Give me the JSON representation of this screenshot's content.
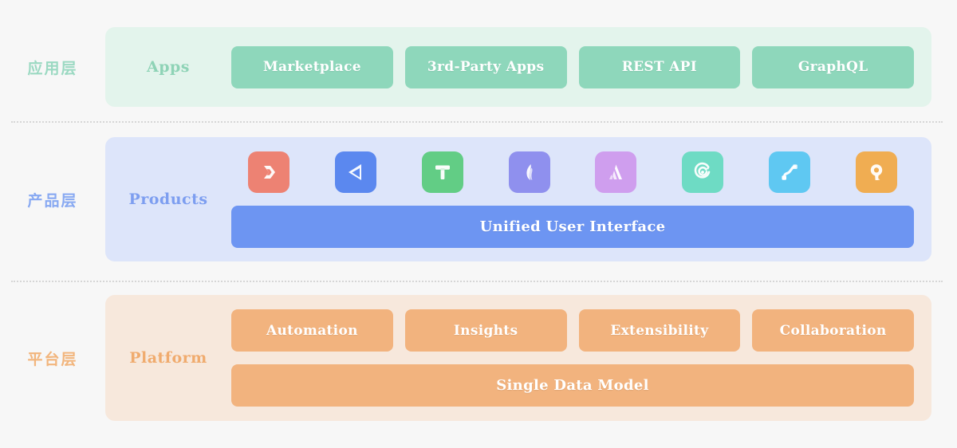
{
  "layers": [
    {
      "id": "apps",
      "cn_label": "应用层",
      "title": "Apps",
      "accent": "#8ed7bb",
      "panel_bg": "#e3f4ec",
      "chips": [
        "Marketplace",
        "3rd-Party Apps",
        "REST API",
        "GraphQL"
      ]
    },
    {
      "id": "products",
      "cn_label": "产品层",
      "title": "Products",
      "accent": "#6d95f2",
      "panel_bg": "#dde5fa",
      "icons": [
        {
          "name": "chevron-d-icon",
          "color": "#ed8273"
        },
        {
          "name": "play-left-icon",
          "color": "#5b88ef"
        },
        {
          "name": "letter-t-icon",
          "color": "#62cd85"
        },
        {
          "name": "feather-icon",
          "color": "#8f90ee"
        },
        {
          "name": "letter-a-icon",
          "color": "#cf9eee"
        },
        {
          "name": "target-dart-icon",
          "color": "#6edbc4"
        },
        {
          "name": "node-curve-icon",
          "color": "#5fc8f2"
        },
        {
          "name": "magnifier-q-icon",
          "color": "#f0ad52"
        }
      ],
      "bar": "Unified User Interface"
    },
    {
      "id": "platform",
      "cn_label": "平台层",
      "title": "Platform",
      "accent": "#f2b37e",
      "panel_bg": "#f7e8dc",
      "chips": [
        "Automation",
        "Insights",
        "Extensibility",
        "Collaboration"
      ],
      "bar": "Single Data Model"
    }
  ],
  "background": "#f7f7f7",
  "divider_color": "#d6d6d6"
}
